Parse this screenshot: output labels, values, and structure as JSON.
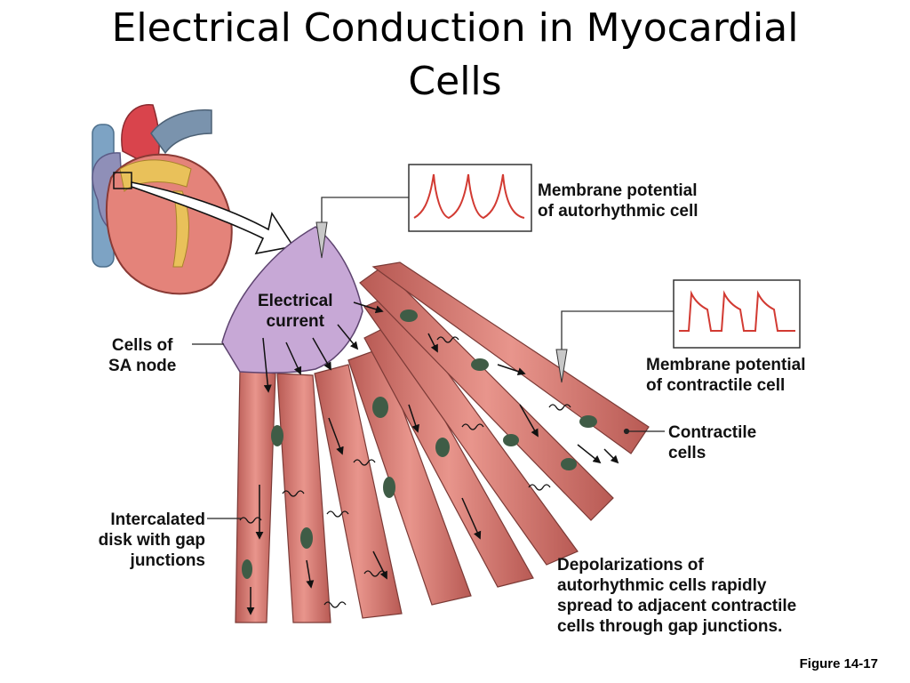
{
  "title": [
    "Electrical Conduction in Myocardial",
    "Cells"
  ],
  "labels": {
    "electrical_current": [
      "Electrical",
      "current"
    ],
    "sa_node": [
      "Cells of",
      "SA node"
    ],
    "autorhythmic": [
      "Membrane potential",
      "of autorhythmic cell"
    ],
    "contractile_potential": [
      "Membrane potential",
      "of contractile cell"
    ],
    "contractile_cells": [
      "Contractile",
      "cells"
    ],
    "intercalated": [
      "Intercalated",
      "disk with gap",
      "junctions"
    ],
    "depolarizations": [
      "Depolarizations of",
      "autorhythmic cells rapidly",
      "spread to adjacent contractile",
      "cells through gap junctions."
    ]
  },
  "figure_label": "Figure 14-17",
  "colors": {
    "muscle": "#d9756d",
    "muscle_dark": "#7b3a36",
    "sa_node": "#c7a8d6",
    "trace": "#d23a32",
    "nucleus": "#3f5c46"
  }
}
